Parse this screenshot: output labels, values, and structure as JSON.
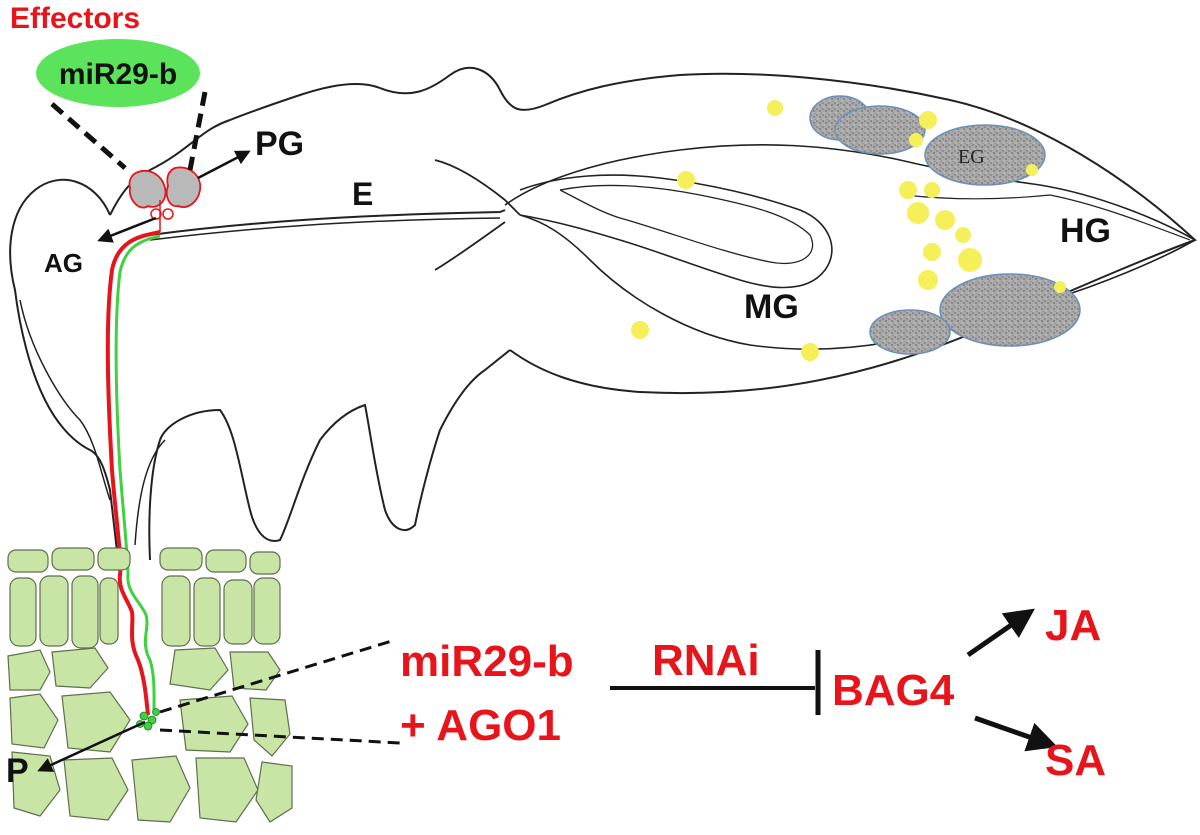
{
  "labels": {
    "effectors": "Effectors",
    "mir_bubble": "miR29-b",
    "pg": "PG",
    "e": "E",
    "ag": "AG",
    "eg": "EG",
    "hg": "HG",
    "mg": "MG",
    "p": "P",
    "mir_complex_line1": "miR29-b",
    "mir_complex_line2": "+ AGO1",
    "rnai": "RNAi",
    "bag4": "BAG4",
    "ja": "JA",
    "sa": "SA"
  },
  "colors": {
    "red": "#e8141b",
    "green": "#3fd13f",
    "bubble_green": "#5ce35c",
    "plant_cell": "#c9e5a6",
    "plant_cell_stroke": "#5f6f4e",
    "egg": "#a8a8a8",
    "symbiont": "#f5ef5a",
    "gland": "#b9b9b9"
  }
}
